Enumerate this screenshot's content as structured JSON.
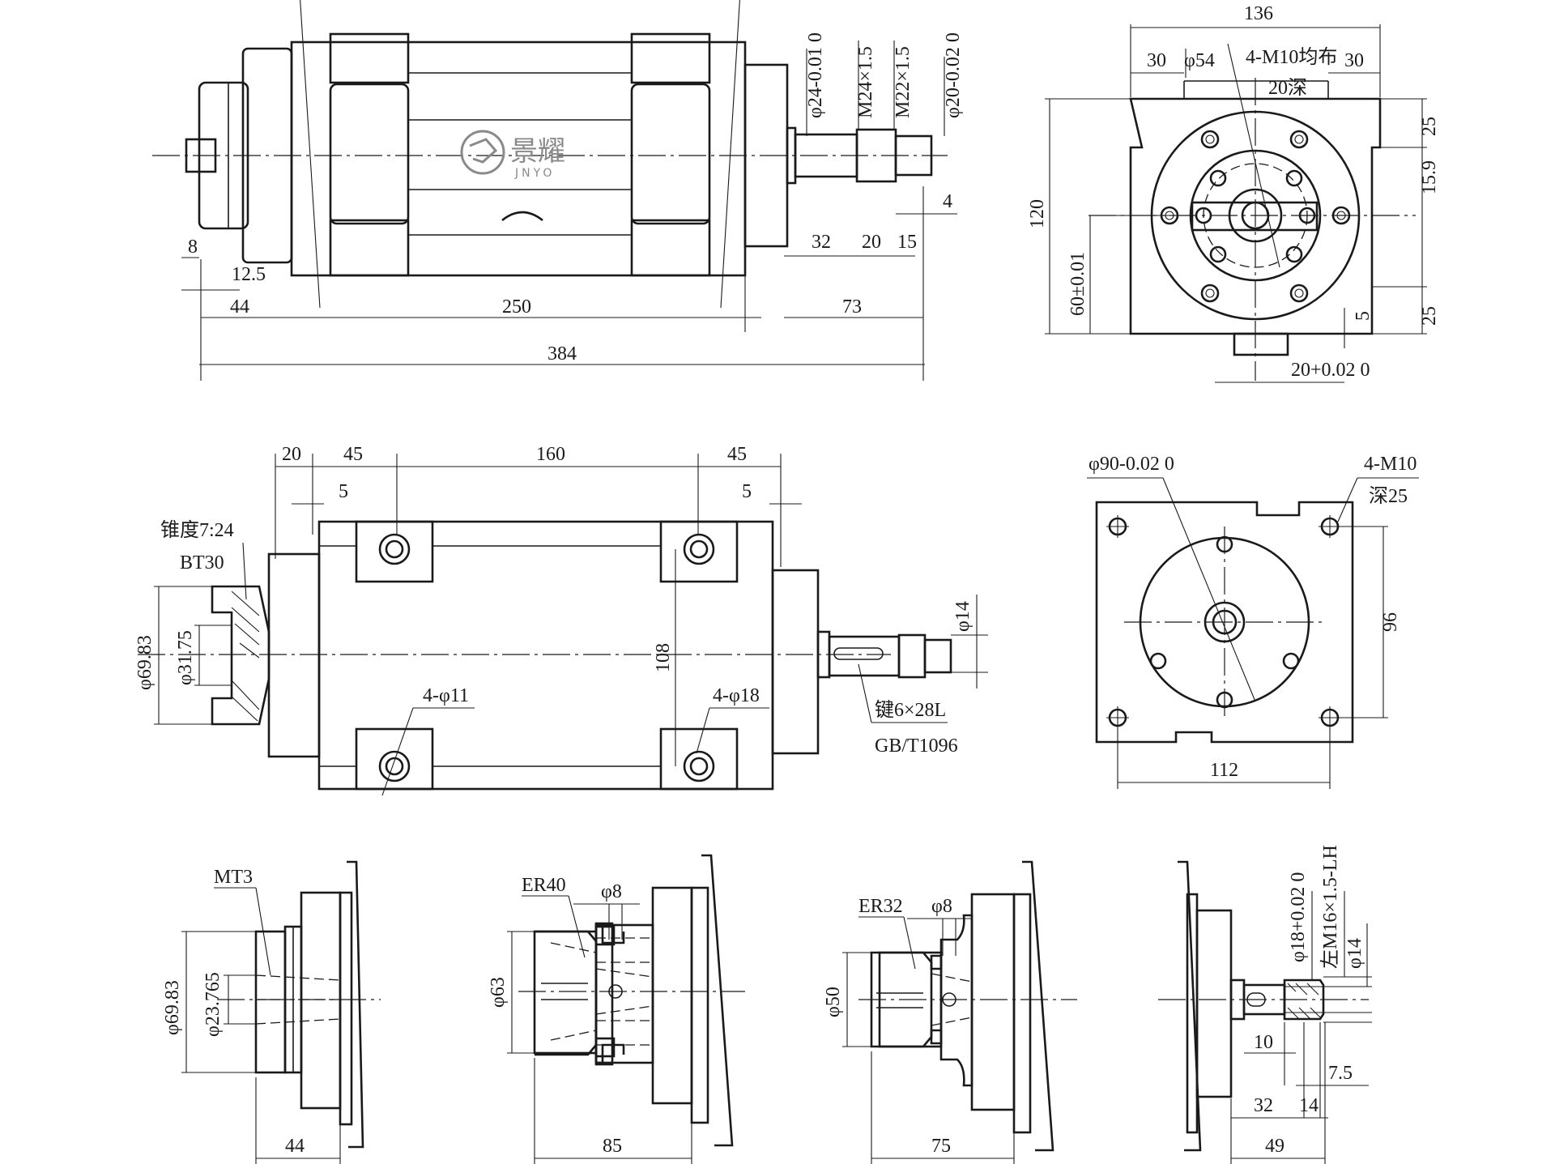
{
  "logo": {
    "text": "景耀",
    "sub": "JNYO"
  },
  "top_view": {
    "dims": [
      "8",
      "12.5",
      "44",
      "250",
      "73",
      "384",
      "32",
      "20",
      "15",
      "4"
    ],
    "vlabels": [
      "φ24-0.01 0",
      "M24×1.5",
      "M22×1.5",
      "φ20-0.02 0"
    ]
  },
  "end_view_top": {
    "dims": [
      "136",
      "30",
      "φ54",
      "4-M10均布",
      "30",
      "20深",
      "25",
      "15.9",
      "25",
      "5",
      "20+0.02 0"
    ],
    "vlabels": [
      "120",
      "60±0.01"
    ]
  },
  "side_view": {
    "dims": [
      "20",
      "45",
      "160",
      "45",
      "5",
      "5",
      "锥度7:24",
      "BT30",
      "4-φ11",
      "4-φ18",
      "键6×28L",
      "GB/T1096"
    ],
    "vlabels": [
      "φ69.83",
      "φ31.75",
      "108",
      "φ14"
    ]
  },
  "end_view_bottom": {
    "dims": [
      "φ90-0.02 0",
      "4-M10",
      "深25",
      "112"
    ],
    "vlabels": [
      "96"
    ]
  },
  "spindle_variants": [
    {
      "label": "MT3",
      "dims": [
        "44"
      ],
      "vlabels": [
        "φ69.83",
        "φ23.765"
      ]
    },
    {
      "label": "ER40",
      "dims": [
        "φ8",
        "85"
      ],
      "vlabels": [
        "φ63"
      ]
    },
    {
      "label": "ER32",
      "dims": [
        "φ8",
        "75"
      ],
      "vlabels": [
        "φ50"
      ]
    },
    {
      "label": "",
      "dims": [
        "10",
        "7.5",
        "32",
        "14",
        "49"
      ],
      "vlabels": [
        "φ18+0.02 0",
        "左M16×1.5-LH",
        "φ14"
      ]
    }
  ]
}
